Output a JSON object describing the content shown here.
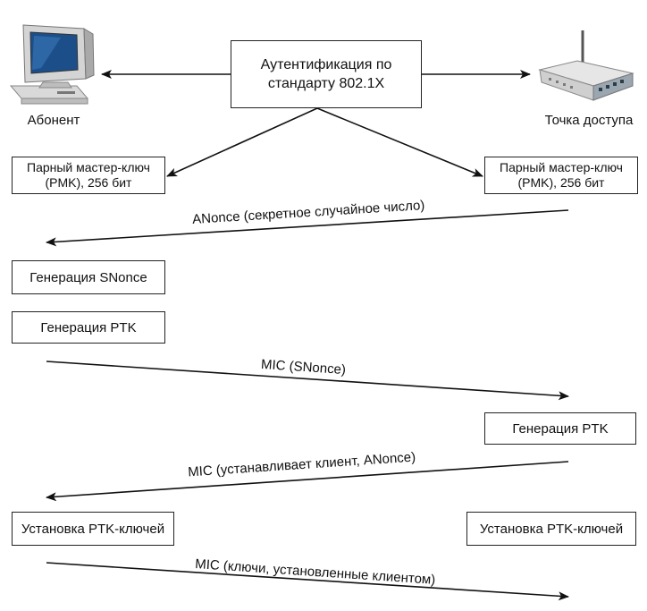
{
  "auth": {
    "line1": "Аутентификация по",
    "line2": "стандарту 802.1X"
  },
  "subscriber": {
    "label": "Абонент",
    "icon": "computer-icon"
  },
  "access_point": {
    "label": "Точка доступа",
    "icon": "wireless-router-icon"
  },
  "pmk_left": {
    "line1": "Парный мастер-ключ",
    "line2": "(PMK), 256 бит"
  },
  "pmk_right": {
    "line1": "Парный мастер-ключ",
    "line2": "(PMK), 256 бит"
  },
  "msg1": "ANonce (секретное случайное число)",
  "snonce_box": "Генерация SNonce",
  "ptk_left_box": "Генерация PTK",
  "msg2": "MIC (SNonce)",
  "ptk_right_box": "Генерация PTK",
  "msg3": "MIC (устанавливает клиент, ANonce)",
  "install_left": "Установка PTK-ключей",
  "install_right": "Установка PTK-ключей",
  "msg4": "MIC (ключи, установленные клиентом)"
}
